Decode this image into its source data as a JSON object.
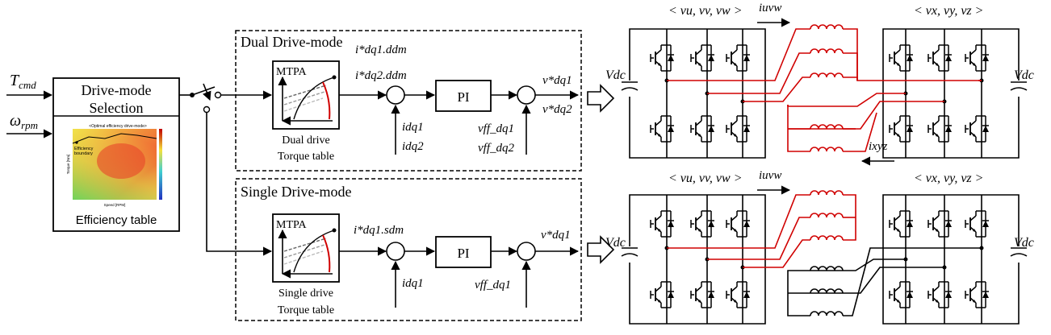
{
  "inputs": {
    "torque": "T",
    "torque_sub": "cmd",
    "speed": "ω",
    "speed_sub": "rpm"
  },
  "selection_block": {
    "title_line1": "Drive-mode",
    "title_line2": "Selection",
    "map_title": "<Optimal efficiency drive-mode>",
    "map_label_line1": "Efficiency",
    "map_label_line2": "boundary",
    "map_xlabel": "Speed [RPM]",
    "map_ylabel": "Torque [Nm]",
    "caption": "Efficiency table"
  },
  "dual": {
    "frame_title": "Dual Drive-mode",
    "mtpa_label": "MTPA",
    "table_line1": "Dual drive",
    "table_line2": "Torque table",
    "ref1": "i*dq1.ddm",
    "ref2": "i*dq2.ddm",
    "fb1": "idq1",
    "fb2": "idq2",
    "pi_label": "PI",
    "ff1": "vff_dq1",
    "ff2": "vff_dq2",
    "out1": "v*dq1",
    "out2": "v*dq2"
  },
  "single": {
    "frame_title": "Single Drive-mode",
    "mtpa_label": "MTPA",
    "table_line1": "Single drive",
    "table_line2": "Torque table",
    "ref1": "i*dq1.sdm",
    "fb1": "idq1",
    "pi_label": "PI",
    "ff1": "vff_dq1",
    "out1": "v*dq1"
  },
  "inverter_top": {
    "left_label": "< vu, vv, vw >",
    "right_label": "< vx, vy, vz >",
    "dc_left": "Vdc",
    "dc_right": "Vdc",
    "current_left": "iuvw",
    "current_right": "ixyz"
  },
  "inverter_bottom": {
    "left_label": "< vu, vv, vw >",
    "right_label": "< vx, vy, vz >",
    "dc_left": "Vdc",
    "dc_right": "Vdc",
    "current_left": "iuvw"
  },
  "colors": {
    "active_path": "#d00000",
    "line": "#000000"
  }
}
